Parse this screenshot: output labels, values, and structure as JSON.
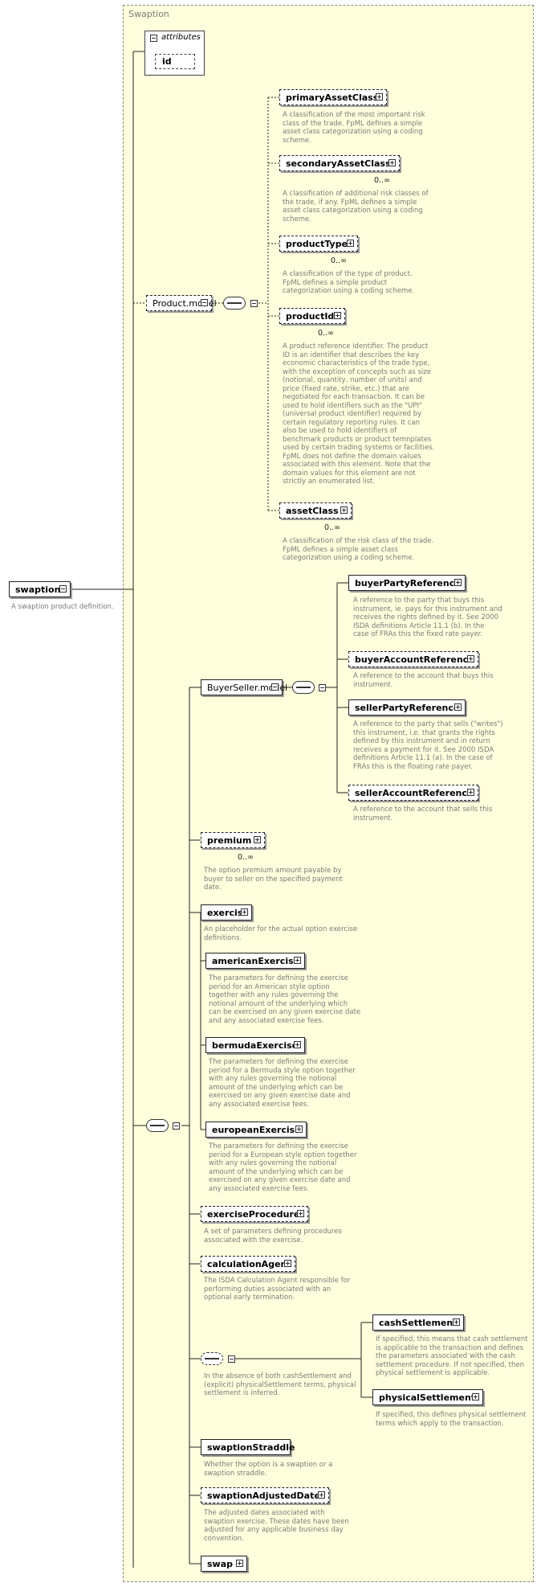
{
  "diagram": {
    "type_name": "Swaption",
    "root": {
      "name": "swaption",
      "doc": "A swaption product definition."
    },
    "attributes": {
      "title": "attributes",
      "items": [
        "id"
      ]
    },
    "product_model": {
      "name": "Product.model",
      "elements": [
        {
          "name": "primaryAssetClass",
          "cardinality": "",
          "doc": [
            "A classification of the most important risk",
            "class of the trade. FpML defines a simple",
            "asset class categorization using a coding",
            "scheme."
          ]
        },
        {
          "name": "secondaryAssetClass",
          "cardinality": "0..∞",
          "doc": [
            "A classification of additional risk classes of",
            "the trade, if any. FpML defines a simple",
            "asset class categorization using a coding",
            "scheme."
          ]
        },
        {
          "name": "productType",
          "cardinality": "0..∞",
          "doc": [
            "A classification of the type of product.",
            "FpML defines a simple product",
            "categorization using a coding scheme."
          ]
        },
        {
          "name": "productId",
          "cardinality": "0..∞",
          "doc": [
            "A product reference identifier. The product",
            "ID is an identifier that describes the key",
            "economic characteristics of the trade type,",
            "with the exception of concepts such as size",
            "(notional, quantity, number of units) and",
            "price (fixed rate, strike, etc.) that are",
            "negotiated for each transaction. It can be",
            "used to hold identifiers such as the \"UPI\"",
            "(universal product identifier) required by",
            "certain regulatory reporting rules. It can",
            "also be used to hold identifiers of",
            "benchmark products or product temnplates",
            "used by certain trading systems or facilities.",
            "FpML does not define the domain values",
            "associated with this element. Note that the",
            "domain values for this element are not",
            "strictly an enumerated list."
          ]
        },
        {
          "name": "assetClass",
          "cardinality": "0..∞",
          "doc": [
            "A classification of the risk class of the trade.",
            "FpML defines a simple asset class",
            "categorization using a coding scheme."
          ]
        }
      ]
    },
    "buyer_seller_model": {
      "name": "BuyerSeller.model",
      "elements": [
        {
          "name": "buyerPartyReference",
          "doc": [
            "A reference to the party that buys this",
            "instrument, ie. pays for this instrument and",
            "receives the rights defined by it. See 2000",
            "ISDA definitions Article 11.1 (b). In the",
            "case of FRAs this the fixed rate payer."
          ]
        },
        {
          "name": "buyerAccountReference",
          "doc": [
            "A reference to the account that buys this",
            "instrument."
          ]
        },
        {
          "name": "sellerPartyReference",
          "doc": [
            "A reference to the party that sells (\"writes\")",
            "this instrument, i.e. that grants the rights",
            "defined by this instrument and in return",
            "receives a payment for it. See 2000 ISDA",
            "definitions Article 11.1 (a). In the case of",
            "FRAs this is the floating rate payer."
          ]
        },
        {
          "name": "sellerAccountReference",
          "doc": [
            "A reference to the account that sells this",
            "instrument."
          ]
        }
      ]
    },
    "sequence_elements": [
      {
        "name": "premium",
        "cardinality": "0..∞",
        "doc": [
          "The option premium amount payable by",
          "buyer to seller on the specified payment",
          "date."
        ]
      },
      {
        "name": "exercise",
        "doc": [
          "An placeholder for the actual option exercise",
          "definitions."
        ]
      },
      {
        "name": "americanExercise",
        "doc": [
          "The parameters for defining the exercise",
          "period for an American style option",
          "together with any rules governing the",
          "notional amount of the underlying which",
          "can be exercised on any given exercise date",
          "and any associated exercise fees."
        ]
      },
      {
        "name": "bermudaExercise",
        "doc": [
          "The parameters for defining the exercise",
          "period for a Bermuda style option together",
          "with any rules governing the notional",
          "amount of the underlying which can be",
          "exercised on any given exercise date and",
          "any associated exercise fees."
        ]
      },
      {
        "name": "europeanExercise",
        "doc": [
          "The parameters for defining the exercise",
          "period for a European style option together",
          "with any rules governing the notional",
          "amount of the underlying which can be",
          "exercised on any given exercise date and",
          "any associated exercise fees."
        ]
      },
      {
        "name": "exerciseProcedure",
        "doc": [
          "A set of parameters defining procedures",
          "associated with the exercise."
        ]
      },
      {
        "name": "calculationAgent",
        "doc": [
          "The ISDA Calculation Agent responsible for",
          "performing duties associated with an",
          "optional early termination."
        ]
      }
    ],
    "choice": {
      "doc": [
        "In the absence of both cashSettlement and",
        "(explicit) physicalSettlement terms, physical",
        "settlement is inferred."
      ],
      "elements": [
        {
          "name": "cashSettlement",
          "doc": [
            "If specified, this means that cash settlement",
            "is applicable to the transaction and defines",
            "the parameters associated with the cash",
            "settlement procedure. If not specified, then",
            "physical settlement is applicable."
          ]
        },
        {
          "name": "physicalSettlement",
          "doc": [
            "If specified, this defines physical settlement",
            "terms which apply to the transaction."
          ]
        }
      ]
    },
    "tail_elements": [
      {
        "name": "swaptionStraddle",
        "doc": [
          "Whether the option is a swaption or a",
          "swaption straddle."
        ]
      },
      {
        "name": "swaptionAdjustedDates",
        "doc": [
          "The adjusted dates associated with",
          "swaption exercise. These dates have been",
          "adjusted for any applicable business day",
          "convention."
        ]
      },
      {
        "name": "swap",
        "doc": []
      }
    ]
  }
}
